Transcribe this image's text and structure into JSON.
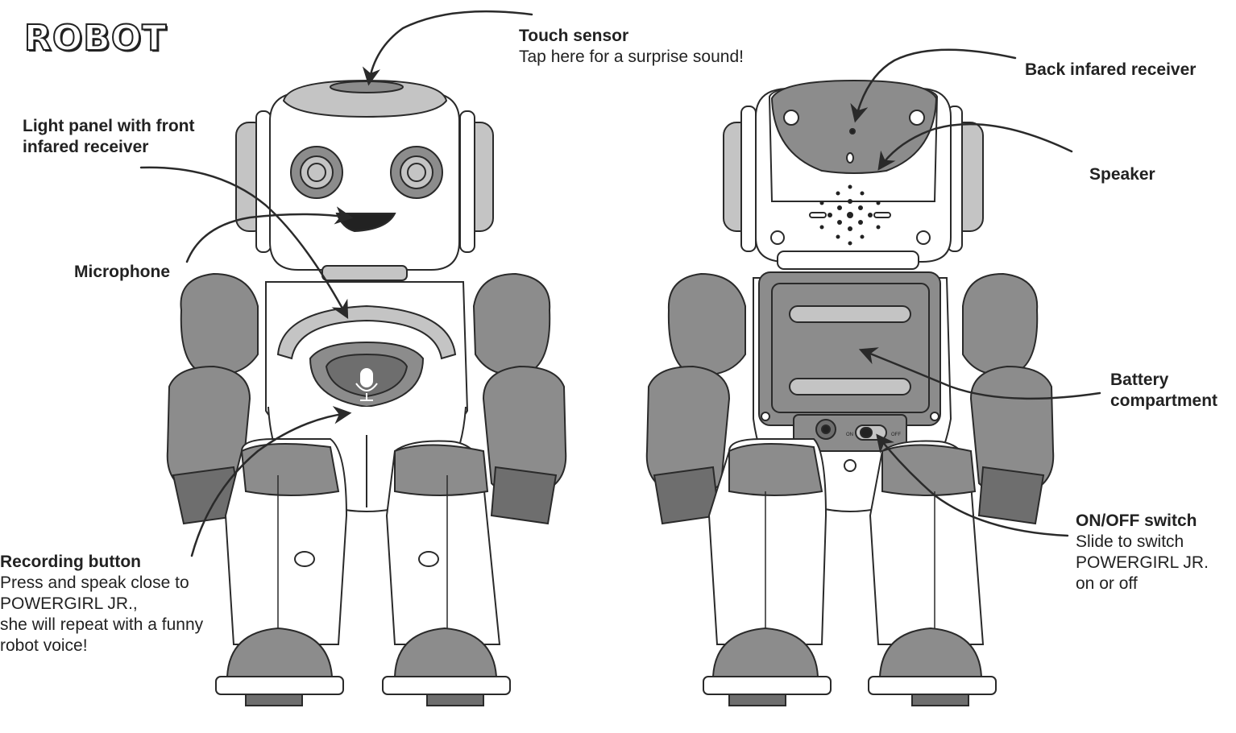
{
  "title": "ROBOT",
  "labels": {
    "touch_sensor": {
      "heading": "Touch sensor",
      "body": [
        "Tap here for a surprise sound!"
      ]
    },
    "light_panel": {
      "heading": [
        "Light panel with front",
        "infared receiver"
      ]
    },
    "microphone": {
      "heading": "Microphone"
    },
    "recording_button": {
      "heading": "Recording button",
      "body": [
        "Press and speak close to",
        "POWERGIRL JR.,",
        "she will repeat with a funny",
        "robot voice!"
      ]
    },
    "back_ir": {
      "heading": "Back infared receiver"
    },
    "speaker": {
      "heading": "Speaker"
    },
    "battery": {
      "heading": [
        "Battery",
        "compartment"
      ]
    },
    "switch": {
      "heading": "ON/OFF switch",
      "body": [
        "Slide to switch",
        "POWERGIRL JR.",
        "on or off"
      ]
    }
  },
  "switch_marks": {
    "on": "ON",
    "off": "OFF"
  },
  "colors": {
    "line": "#2a2a2a",
    "body_gray": "#8c8c8c",
    "dark_gray": "#6e6e6e",
    "light_gray": "#c4c4c4",
    "white": "#ffffff"
  }
}
